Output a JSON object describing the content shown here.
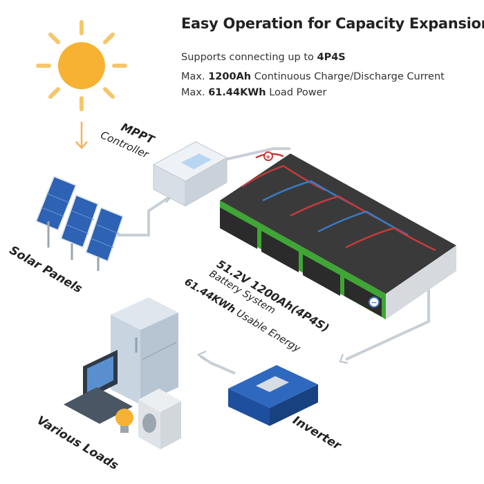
{
  "header": {
    "title": "Easy Operation for Capacity Expansion",
    "line1_prefix": "Supports connecting up to ",
    "line1_bold": "4P4S",
    "line2_prefix": "Max. ",
    "line2_bold": "1200Ah",
    "line2_suffix": "  Continuous Charge/Discharge Current",
    "line3_prefix": "Max. ",
    "line3_bold": "61.44KWh",
    "line3_suffix": "  Load Power"
  },
  "mppt": {
    "title": "MPPT",
    "subtitle": "Controller"
  },
  "solar": {
    "label": "Solar Panels"
  },
  "battery": {
    "spec": "51.2V 1200Ah(4P4S)",
    "system": "Battery System",
    "energy_bold": "61.44KWh",
    "energy_suffix": " Usable Energy",
    "terminal_pos": "+",
    "terminal_neg": "−"
  },
  "loads": {
    "label": "Various Loads"
  },
  "inverter": {
    "label": "Inverter"
  },
  "colors": {
    "sun": "#f7b234",
    "sun_rays": "#f6c66b",
    "panel": "#2d62b4",
    "battery_green": "#3fa535",
    "battery_body": "#2b2b2b",
    "inverter": "#2054a6",
    "wire": "#c8cfd6",
    "cable_red": "#c63a3a",
    "cable_blue": "#3a7ac6"
  }
}
